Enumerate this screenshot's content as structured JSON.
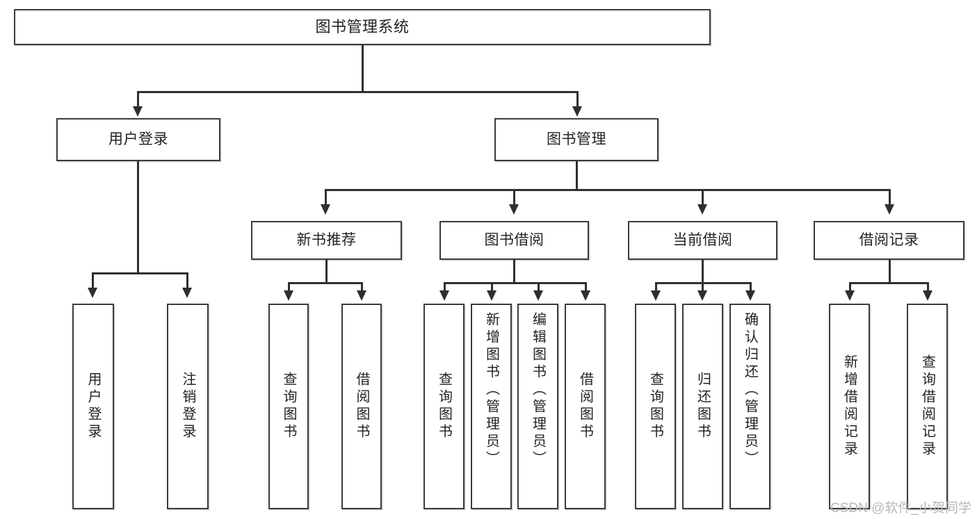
{
  "diagram": {
    "title": "图书管理系统",
    "type": "hierarchy-tree",
    "watermark": "CSDN @软件_小贺同学",
    "colors": {
      "box_border": "#3b3b3b",
      "line": "#2f2f2f",
      "text": "#232323",
      "background": "#ffffff",
      "watermark": "#b9b9b9"
    },
    "levels": {
      "level1": [
        {
          "id": "root",
          "label": "图书管理系统"
        }
      ],
      "level2": [
        {
          "id": "user-login",
          "label": "用户登录"
        },
        {
          "id": "book-management",
          "label": "图书管理"
        }
      ],
      "level3": [
        {
          "id": "new-book-recommend",
          "label": "新书推荐",
          "parent": "book-management"
        },
        {
          "id": "book-borrow",
          "label": "图书借阅",
          "parent": "book-management"
        },
        {
          "id": "current-borrow",
          "label": "当前借阅",
          "parent": "book-management"
        },
        {
          "id": "borrow-record",
          "label": "借阅记录",
          "parent": "book-management"
        }
      ],
      "leaves": {
        "user-login": [
          {
            "id": "leaf-user-login",
            "label": "用户登录"
          },
          {
            "id": "leaf-logout",
            "label": "注销登录"
          }
        ],
        "new-book-recommend": [
          {
            "id": "leaf-query-book-1",
            "label": "查询图书"
          },
          {
            "id": "leaf-borrow-book-1",
            "label": "借阅图书"
          }
        ],
        "book-borrow": [
          {
            "id": "leaf-query-book-2",
            "label": "查询图书"
          },
          {
            "id": "leaf-add-book",
            "label": "新增图书（管理员）"
          },
          {
            "id": "leaf-edit-book",
            "label": "编辑图书（管理员）"
          },
          {
            "id": "leaf-borrow-book-2",
            "label": "借阅图书"
          }
        ],
        "current-borrow": [
          {
            "id": "leaf-query-book-3",
            "label": "查询图书"
          },
          {
            "id": "leaf-return-book",
            "label": "归还图书"
          },
          {
            "id": "leaf-confirm-return",
            "label": "确认归还（管理员）"
          }
        ],
        "borrow-record": [
          {
            "id": "leaf-add-record",
            "label": "新增借阅记录"
          },
          {
            "id": "leaf-query-record",
            "label": "查询借阅记录"
          }
        ]
      }
    }
  }
}
